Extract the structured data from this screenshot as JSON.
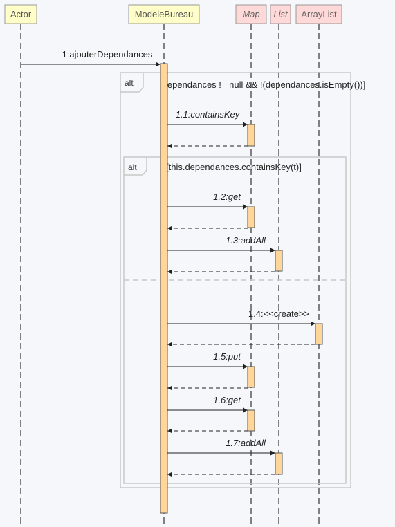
{
  "participants": [
    {
      "id": "actor",
      "label": "Actor",
      "italic": false,
      "kind": "actor"
    },
    {
      "id": "modele",
      "label": "ModeleBureau",
      "italic": false,
      "kind": "class"
    },
    {
      "id": "map",
      "label": "Map",
      "italic": true,
      "kind": "interface"
    },
    {
      "id": "list",
      "label": "List",
      "italic": true,
      "kind": "interface"
    },
    {
      "id": "arraylist",
      "label": "ArrayList",
      "italic": false,
      "kind": "library"
    }
  ],
  "colors": {
    "class_fill": "#fffec8",
    "class_border": "#999999",
    "library_fill": "#ffd8d8",
    "activation_fill": "#ffd69a",
    "frame_border": "#c8c8c8",
    "lifeline": "#333333"
  },
  "frames": [
    {
      "id": "outer",
      "operator": "alt",
      "guard": "[dependances != null && !(dependances.isEmpty())]"
    },
    {
      "id": "inner",
      "operator": "alt",
      "guard": "[this.dependances.containsKey(t)]"
    }
  ],
  "messages": [
    {
      "id": "m1",
      "label": "1:ajouterDependances",
      "italic": false
    },
    {
      "id": "m11",
      "label": "1.1:containsKey",
      "italic": true
    },
    {
      "id": "m12",
      "label": "1.2:get",
      "italic": true
    },
    {
      "id": "m13",
      "label": "1.3:addAll",
      "italic": true
    },
    {
      "id": "m14",
      "label": "1.4:<<create>>",
      "italic": false
    },
    {
      "id": "m15",
      "label": "1.5:put",
      "italic": true
    },
    {
      "id": "m16",
      "label": "1.6:get",
      "italic": true
    },
    {
      "id": "m17",
      "label": "1.7:addAll",
      "italic": true
    }
  ]
}
